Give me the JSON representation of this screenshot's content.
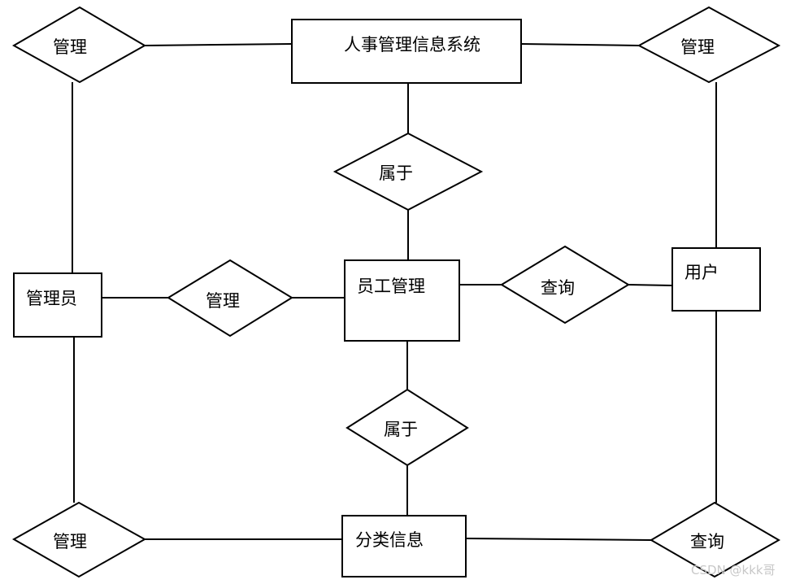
{
  "diagram": {
    "entities": {
      "system": "人事管理信息系统",
      "admin": "管理员",
      "employee": "员工管理",
      "user": "用户",
      "category": "分类信息"
    },
    "relationships": {
      "manage_top_left": "管理",
      "manage_top_right": "管理",
      "belongs_upper": "属于",
      "manage_middle": "管理",
      "query_middle": "查询",
      "belongs_lower": "属于",
      "manage_bottom_left": "管理",
      "query_bottom_right": "查询"
    }
  },
  "watermark": "CSDN @kkk哥"
}
